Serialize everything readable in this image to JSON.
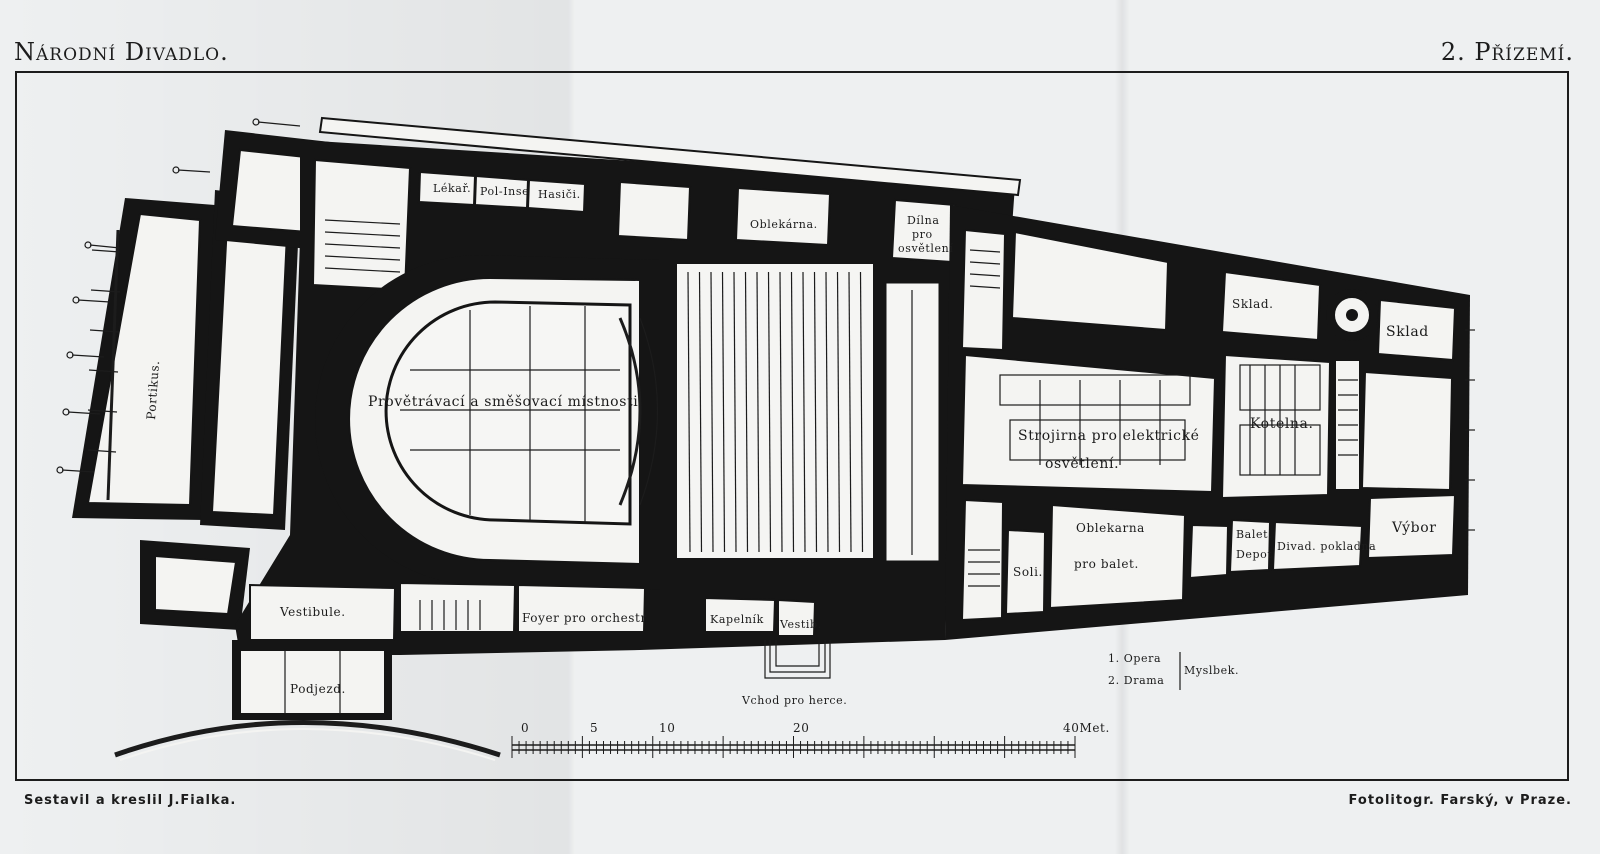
{
  "header": {
    "title_left": "Národní Divadlo.",
    "title_right": "2. Přízemí."
  },
  "footer": {
    "credit_left": "Sestavil a kreslil J.Fialka.",
    "credit_right": "Fotolitogr. Farský, v Praze."
  },
  "rooms": {
    "lekar": "Lékař.",
    "policie": "Pol-Inse",
    "hasici": "Hasiči.",
    "oblekarna_top": "Oblekárna.",
    "dilna_1": "Dílna",
    "dilna_2": "pro",
    "dilna_3": "osvětlení",
    "sklad_1": "Sklad.",
    "sklad_2": "Sklad",
    "portikus": "Portikus.",
    "provetravaci": "Provětrávací a směšovací místnosti",
    "strojirna_1": "Strojirna pro elektrické",
    "strojirna_2": "osvětlení.",
    "kotelna": "Kotelna.",
    "vybor": "Výbor",
    "balet_depot_1": "Balet.",
    "balet_depot_2": "Depot",
    "pokladna": "Divad. pokladna",
    "oblekarna_balet_1": "Oblekarna",
    "oblekarna_balet_2": "pro balet.",
    "soli": "Soli.",
    "vestibule": "Vestibule.",
    "podjezd": "Podjezd.",
    "foyer": "Foyer pro orchestr",
    "kapelnik": "Kapelník",
    "vestib_small": "Vestib.",
    "vchod": "Vchod pro herce."
  },
  "legend": {
    "opera": "1. Opera",
    "drama": "2. Drama",
    "myslbek": "Myslbek."
  },
  "scale": {
    "ticks": [
      "0",
      "5",
      "10",
      "20",
      "40Met."
    ]
  }
}
